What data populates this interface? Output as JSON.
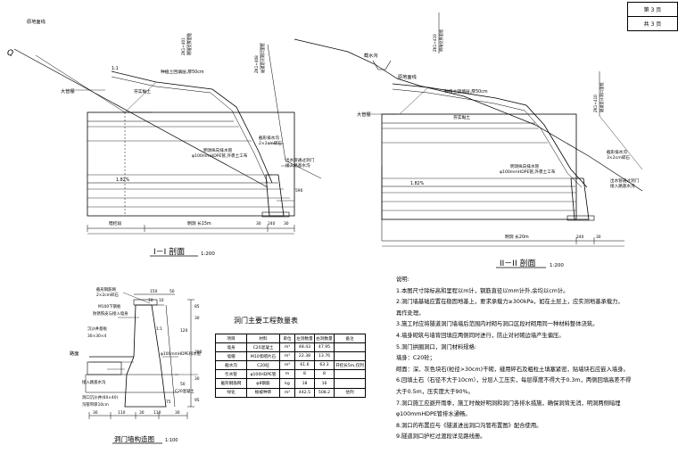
{
  "sheet": {
    "page": "第 3 页",
    "total": "共 3 页"
  },
  "section1": {
    "title": "I－I 剖面",
    "scale": "1:200",
    "labels": {
      "ground": "原地面线",
      "canopy": "大管棚",
      "slope": "1.82%",
      "backfill": "种植土回填层,厚50cm",
      "clay": "夯实黏土",
      "drain": "截形排水沟",
      "drain_note": "明洞纵向排水管",
      "drain_note2": "φ100mmHDPE管,外裹土工布",
      "gravel": "2×2cm碎石",
      "outlet1": "出水管通过洞门",
      "outlet2": "接入路基水沟",
      "ratio": "1:1",
      "angle": "Q",
      "station_a": "ZK1+401",
      "station_a2": "明暗交界里程",
      "station_b": "ZK1+408",
      "station_b2": "隧道设计洞口里程"
    },
    "dims": {
      "d1": "暗挖段",
      "d2": "明洞  长15m",
      "d3": "30",
      "d4": "240",
      "d5": "30",
      "d6": "590"
    }
  },
  "section2": {
    "title": "II－II 剖面",
    "scale": "1:200",
    "labels": {
      "ditch": "截水沟",
      "ground": "原地面线",
      "canopy": "大管棚",
      "slope": "1.82%",
      "backfill": "种植土回填层,厚50cm",
      "clay": "夯实黏土",
      "drain": "截形排水沟",
      "gravel": "3×2cm碎石",
      "drain_note": "明洞纵向排水管",
      "drain_note2": "φ100mmHDPE管,外裹土工布",
      "outlet1": "出水管通过洞门",
      "outlet2": "接入路基水沟",
      "station_a": "ZK1+410",
      "station_a2": "明暗交界里程",
      "station_b": "ZK1+410",
      "station_b2": "隧道设计洞口里程"
    },
    "dims": {
      "d1": "明洞 长20m",
      "d2": "240",
      "d3": "30"
    }
  },
  "portal": {
    "title": "洞门墙构造图",
    "scale": "1:100",
    "labels": {
      "l1": "截形钢筋网",
      "l2": "2×2cm碎石",
      "l3": "M100下钢板",
      "l4": "防锈铁皮与接入墙身",
      "l5": "沉沙井基板",
      "l6": "30×30×4",
      "road": "路面",
      "l7": "φ100mmHDPE排水管",
      "l8": "接入路基水沟",
      "l9": "洞口沉沙井(60×40)",
      "l10": "沟管带厚10cm",
      "l11": "C20混凝土",
      "l12": "1:1"
    },
    "dims": [
      "150",
      "50",
      "10",
      "10",
      "30",
      "110",
      "30",
      "110",
      "30",
      "85",
      "30",
      "300",
      "30",
      "95",
      "120",
      "50",
      "75"
    ]
  },
  "quantity": {
    "title": "洞门主要工程数量表",
    "headers": [
      "项目",
      "材料",
      "单位",
      "左洞数量",
      "右洞数量",
      "备注"
    ],
    "rows": [
      [
        "墙身",
        "C20混凝土",
        "m³",
        "48.43",
        "47.95",
        ""
      ],
      [
        "墙帽",
        "M10浆砌片石",
        "m³",
        "22.38",
        "13.76",
        ""
      ],
      [
        "截水沟",
        "C20砼",
        "m³",
        "61.6",
        "63.3",
        "开挖长5m,仅列"
      ],
      [
        "引水管",
        "φ100HDPE管",
        "m",
        "8",
        "8",
        ""
      ],
      [
        "截形钢筋网",
        "φ8钢筋",
        "kg",
        "18",
        "16",
        ""
      ],
      [
        "绿化",
        "植被种草",
        "m²",
        "442.5",
        "508.2",
        "估列"
      ]
    ]
  },
  "notes": {
    "heading": "说明:",
    "items": [
      "1.本图尺寸除标高和里程以m计，钢筋直径以mm计外,余均以cm计。",
      "2.洞门墙基础应置在稳固地基上，要求承载力≥300kPa，如在土层上，应实测地基承载力，",
      "再作处理。",
      "3.施工时应将隧道洞门墙墙后范围内衬砌与洞口区段衬砌用同一种材料整体浇筑。",
      "4.墙身砌筑与墙背回填应两侧同时进行，防止对衬砌边墙产生偏压。",
      "5.洞门拱圈洞口，洞门材料规格:",
      "   墙身：C20砼；",
      "   砌面：深、灰色块石(粒径>30cm)干砌，缝用碎石及粗粒土填塞紧密，贴墙块石应嵌入墙身。",
      "6.回填土石（石径不大于10cm），分层人工压实，每层厚度不得大于0.3m，两侧回填高差不得",
      "大于0.5m，压实度大于90%。",
      "7.洞口施工应避开雨季，施工时做好明洞和洞门各排水措施，确保洞背无消，明洞两侧暗埋",
      "φ100mmHDPE管排水通畅。",
      "8.洞口的布置应与《隧道进出洞口沟管布置图》配合使用。",
      "9.隧道洞口护栏过渡段详见路线册。"
    ]
  }
}
